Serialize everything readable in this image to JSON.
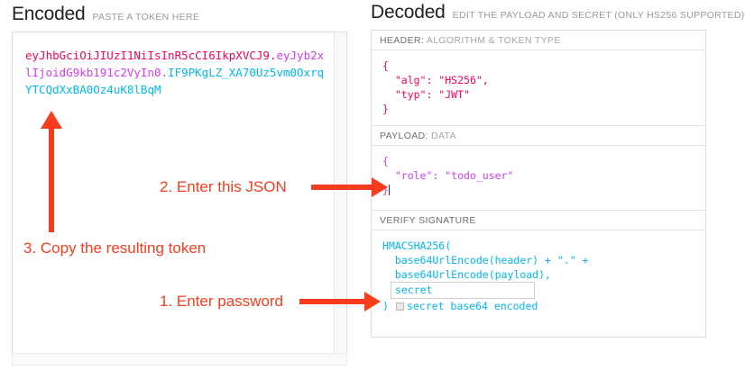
{
  "encoded": {
    "title": "Encoded",
    "subtitle": "PASTE A TOKEN HERE",
    "token": {
      "header": "eyJhbGciOiJIUzI1NiIsInR5cCI6IkpXVCJ9",
      "dot1": ".",
      "payload": "eyJyb2xlIjoidG9kb191c2VyIn0",
      "dot2": ".",
      "signature": "IF9PKgLZ_XA70Uz5vm0OxrqYTCQdXxBA0Oz4uK8lBqM"
    }
  },
  "decoded": {
    "title": "Decoded",
    "subtitle": "EDIT THE PAYLOAD AND SECRET (ONLY HS256 SUPPORTED)",
    "sections": {
      "header": {
        "label_strong": "HEADER:",
        "label_rest": "ALGORITHM & TOKEN TYPE",
        "body": "{\n  \"alg\": \"HS256\",\n  \"typ\": \"JWT\"\n}"
      },
      "payload": {
        "label_strong": "PAYLOAD:",
        "label_rest": "DATA",
        "body_line1": "{",
        "body_line2": "  \"role\": \"todo_user\"",
        "body_line3": "}"
      },
      "signature": {
        "label_strong": "VERIFY SIGNATURE",
        "label_rest": "",
        "line1": "HMACSHA256(",
        "line2": "  base64UrlEncode(header) + \".\" +",
        "line3": "  base64UrlEncode(payload),",
        "secret_value": "secret",
        "close_paren": ")",
        "checkbox_label": "secret base64 encoded"
      }
    }
  },
  "annotations": [
    {
      "id": "step1",
      "text": "1. Enter password"
    },
    {
      "id": "step2",
      "text": "2. Enter this JSON"
    },
    {
      "id": "step3",
      "text": "3. Copy the resulting token"
    }
  ],
  "colors": {
    "header_token": "#fb015b",
    "payload_token": "#d63aff",
    "signature_token": "#00b9f1",
    "annotation": "#fa3c1e"
  }
}
